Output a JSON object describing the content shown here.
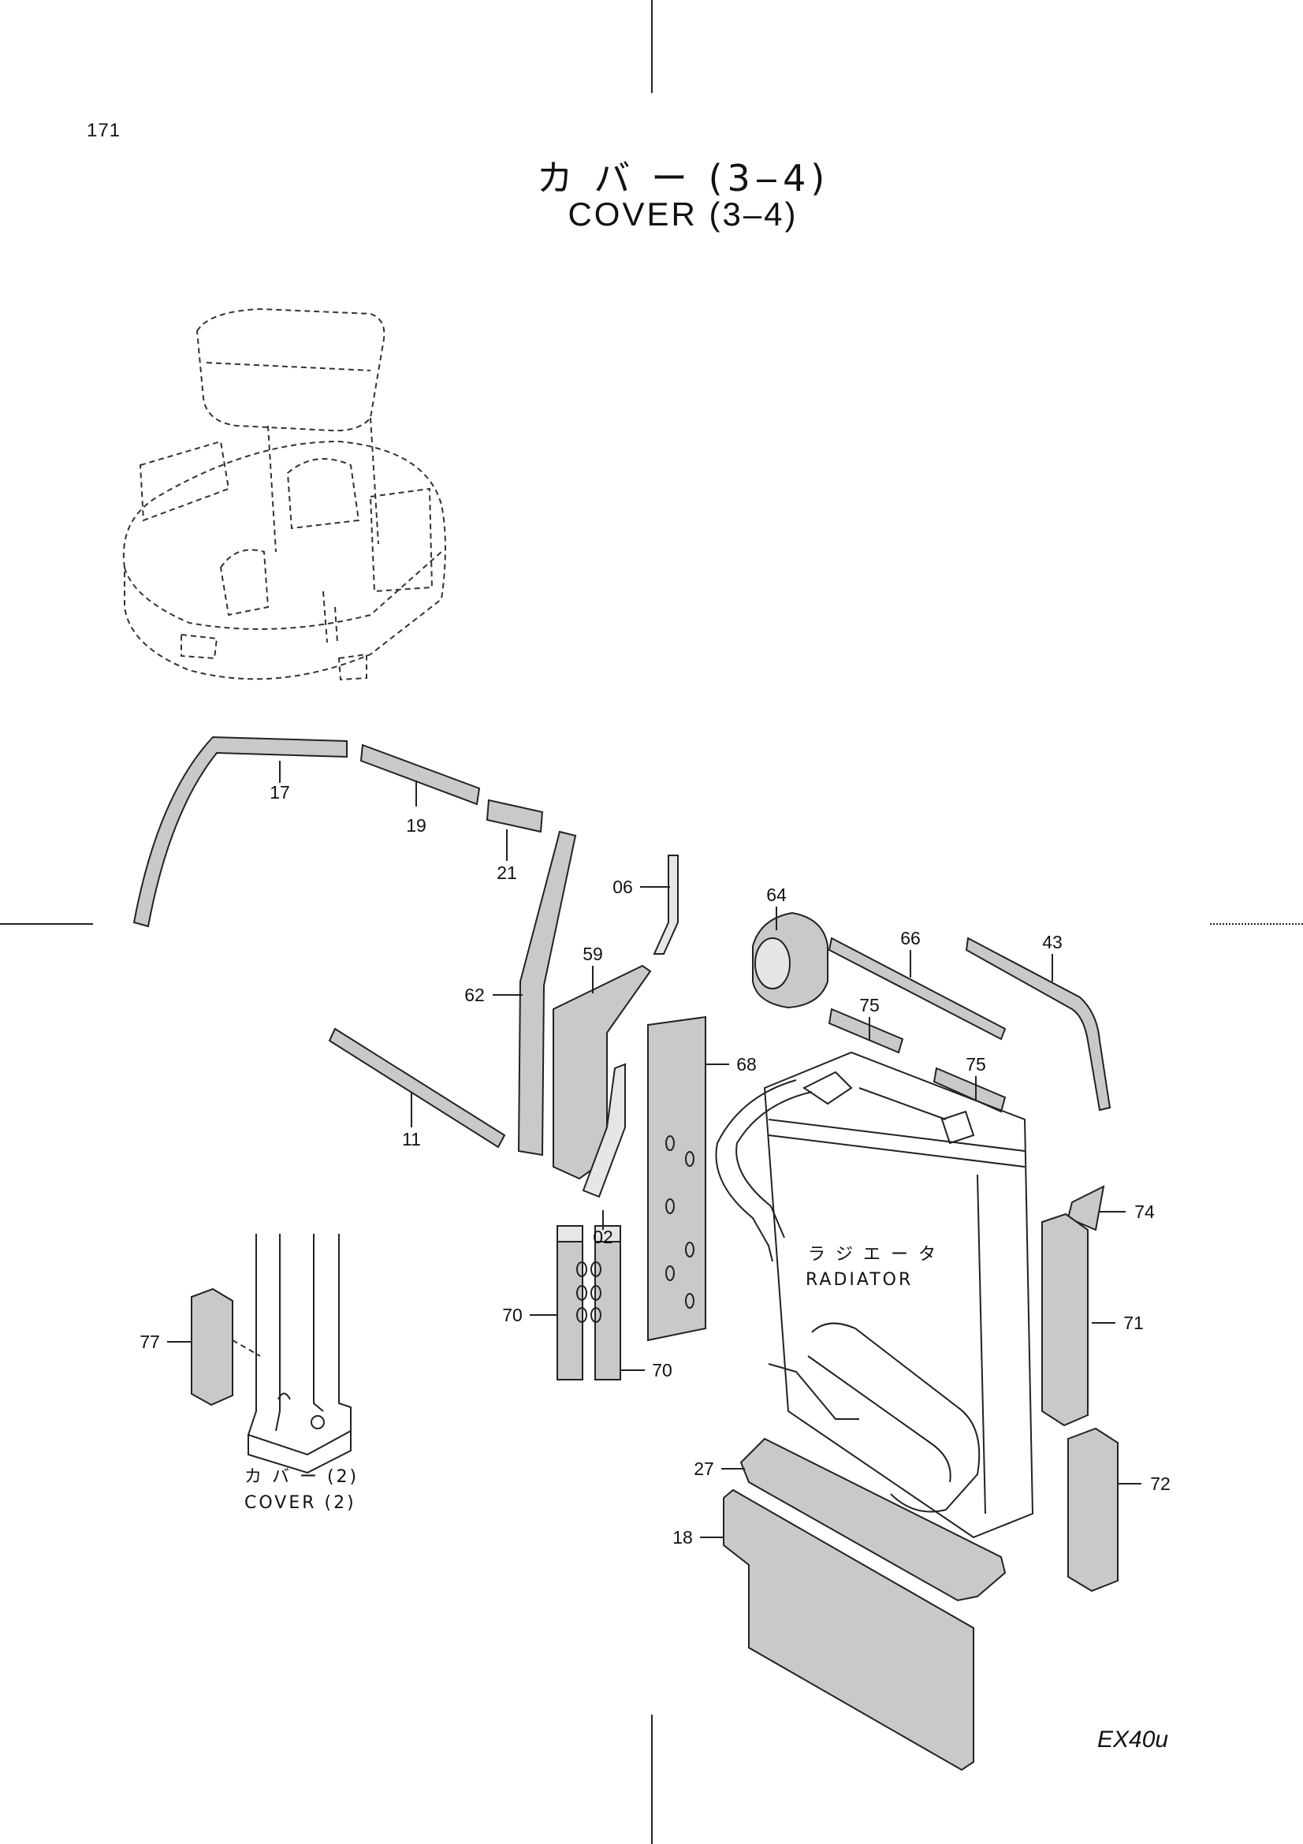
{
  "page_number": "171",
  "title_jp": "カ バ ー  (3‒4)",
  "title_en": "COVER  (3‒4)",
  "model": "EX40u",
  "radiator_label_jp": "ラ ジ エ ー タ",
  "radiator_label_en": "RADIATOR",
  "cover_ref_jp": "カ バ ー  (2)",
  "cover_ref_en": "COVER  (2)",
  "callouts": [
    "17",
    "19",
    "21",
    "06",
    "64",
    "66",
    "43",
    "59",
    "62",
    "75",
    "75",
    "68",
    "11",
    "74",
    "02",
    "70",
    "71",
    "77",
    "70",
    "27",
    "72",
    "18"
  ]
}
